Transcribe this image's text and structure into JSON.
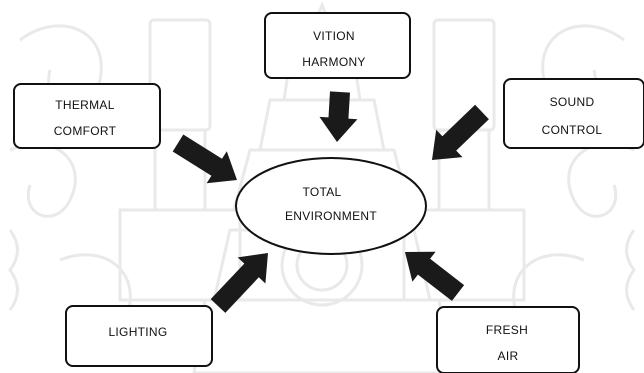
{
  "diagram": {
    "center": {
      "line1": "TOTAL",
      "line2": "ENVIRONMENT"
    },
    "factors": [
      {
        "id": "vition-harmony",
        "line1": "VITION",
        "line2": "HARMONY"
      },
      {
        "id": "thermal-comfort",
        "line1": "THERMAL",
        "line2": "COMFORT"
      },
      {
        "id": "sound-control",
        "line1": "SOUND",
        "line2": "CONTROL"
      },
      {
        "id": "lighting",
        "line1": "LIGHTING",
        "line2": ""
      },
      {
        "id": "fresh-air",
        "line1": "FRESH",
        "line2": "AIR"
      }
    ]
  },
  "colors": {
    "ink": "#111111",
    "arrow": "#1a1a1a",
    "watermark": "#7a7a7a",
    "background": "#ffffff"
  },
  "icons": {
    "watermark": "thai-temple-emblem-watermark",
    "arrow": "thick-block-arrow"
  }
}
